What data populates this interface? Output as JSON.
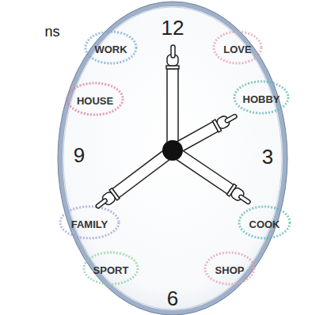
{
  "diagram": {
    "labels": [
      "ns",
      "12",
      "3",
      "6",
      "9",
      "WORK",
      "LOVE",
      "HOBBY",
      "COOK",
      "SHOP",
      "SPORT",
      "FAMILY",
      "HOUSE"
    ]
  }
}
